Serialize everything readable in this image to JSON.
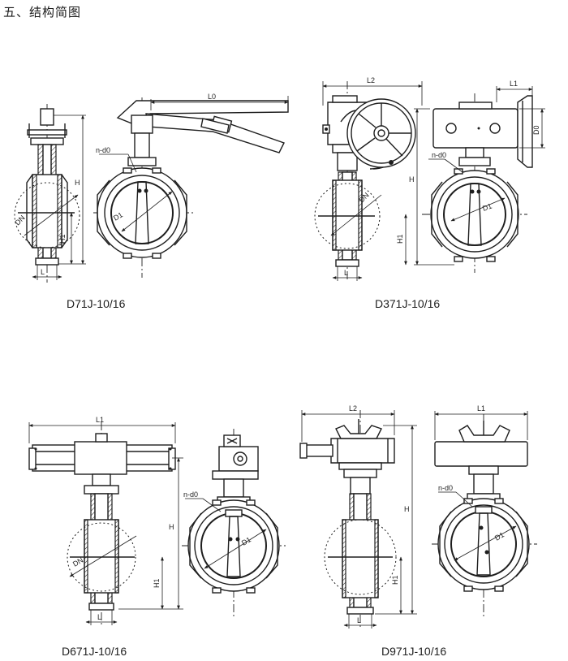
{
  "heading": "五、结构简图",
  "models": [
    {
      "name": "D71J-10/16",
      "labels": {
        "L0": "L0",
        "nd0": "n-d0",
        "H": "H",
        "H1": "H1",
        "DN": "DN",
        "D1": "D1",
        "L": "L"
      }
    },
    {
      "name": "D371J-10/16",
      "labels": {
        "L2": "L2",
        "L1": "L1",
        "nd0": "n-d0",
        "H": "H",
        "H1": "H1",
        "DN": "DN",
        "D1": "D1",
        "D0": "D0",
        "L": "L"
      }
    },
    {
      "name": "D671J-10/16",
      "labels": {
        "L1": "L1",
        "nd0": "n-d0",
        "H": "H",
        "H1": "H1",
        "DN": "DN",
        "D1": "D1",
        "L": "L"
      }
    },
    {
      "name": "D971J-10/16",
      "labels": {
        "L2": "L2",
        "L1": "L1",
        "nd0": "n-d0",
        "H": "H",
        "H1": "H1",
        "D1": "D1",
        "L": "L"
      }
    }
  ]
}
